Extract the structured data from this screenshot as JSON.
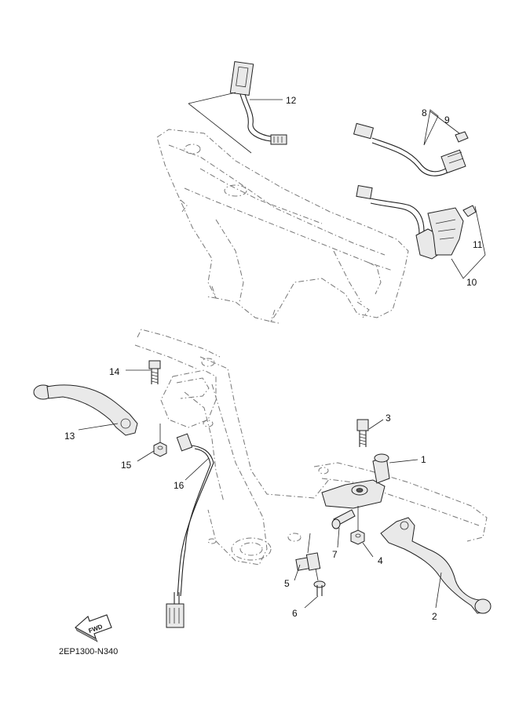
{
  "diagram": {
    "reference_code": "2EP1300-N340",
    "fwd_label": "FWD",
    "callouts": [
      {
        "id": "c1",
        "label": "1"
      },
      {
        "id": "c2",
        "label": "2"
      },
      {
        "id": "c3",
        "label": "3"
      },
      {
        "id": "c4",
        "label": "4"
      },
      {
        "id": "c5",
        "label": "5"
      },
      {
        "id": "c6",
        "label": "6"
      },
      {
        "id": "c7",
        "label": "7"
      },
      {
        "id": "c8",
        "label": "8"
      },
      {
        "id": "c9",
        "label": "9"
      },
      {
        "id": "c10",
        "label": "10"
      },
      {
        "id": "c11",
        "label": "11"
      },
      {
        "id": "c12",
        "label": "12"
      },
      {
        "id": "c13",
        "label": "13"
      },
      {
        "id": "c14",
        "label": "14"
      },
      {
        "id": "c15",
        "label": "15"
      },
      {
        "id": "c16",
        "label": "16"
      }
    ]
  }
}
